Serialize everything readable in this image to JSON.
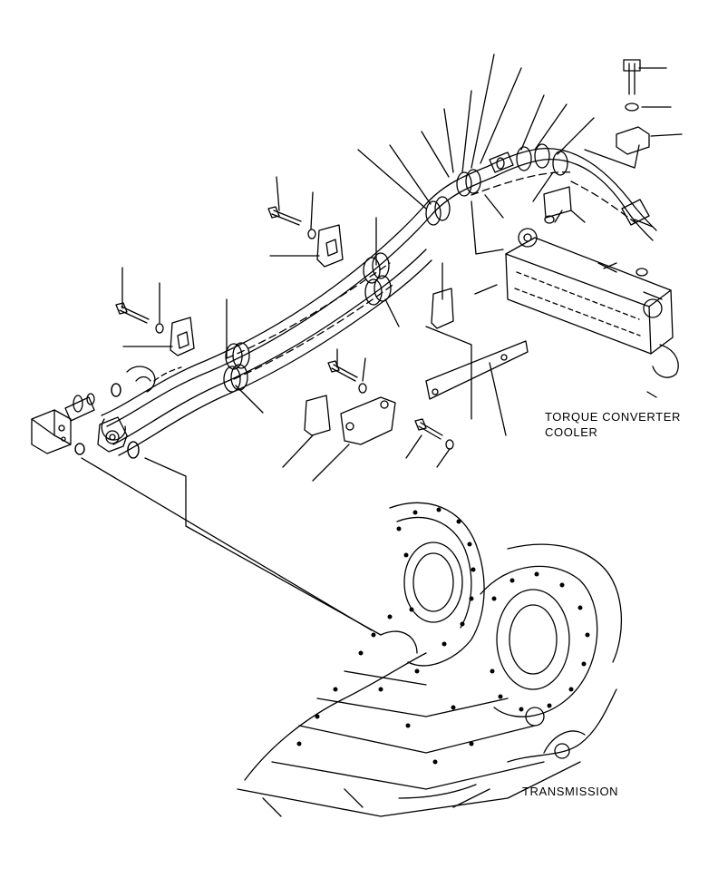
{
  "labels": {
    "torque_converter_cooler_line1": "TORQUE CONVERTER",
    "torque_converter_cooler_line2": "COOLER",
    "transmission": "TRANSMISSION"
  },
  "colors": {
    "ink": "#000000",
    "paper": "#ffffff"
  }
}
